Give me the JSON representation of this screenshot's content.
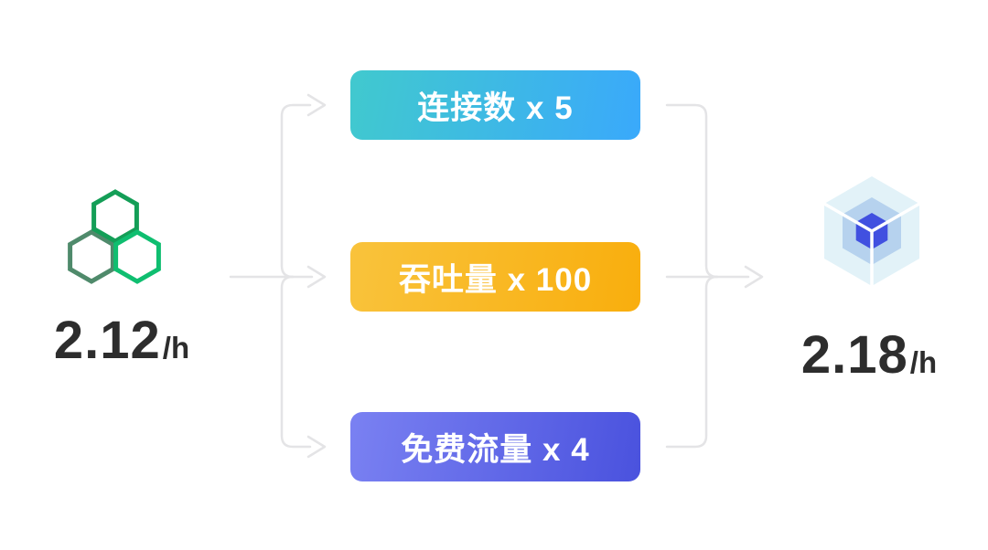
{
  "source": {
    "icon": "hexagon-cluster-icon",
    "price_value": "2.12",
    "price_unit": "/h"
  },
  "target": {
    "icon": "nested-cube-icon",
    "price_value": "2.18",
    "price_unit": "/h"
  },
  "multipliers": [
    {
      "label": "连接数 x 5",
      "gradient_from": "#41C9CE",
      "gradient_to": "#3AA9FB"
    },
    {
      "label": "吞吐量 x 100",
      "gradient_from": "#F9C33C",
      "gradient_to": "#F9AE0D"
    },
    {
      "label": "免费流量 x 4",
      "gradient_from": "#7A81F2",
      "gradient_to": "#4A52DE"
    }
  ],
  "colors": {
    "connector": "#E4E4E6",
    "price_text": "#2D2D2D",
    "hexagon_top": "#149E57",
    "hexagon_bottom_left": "#4F8A6B",
    "hexagon_bottom_right": "#0FBE70",
    "cube_outer": "#E2F2F8",
    "cube_middle": "#B6D2EE",
    "cube_inner": "#4150E0",
    "cube_edges": "#FFFFFF"
  }
}
